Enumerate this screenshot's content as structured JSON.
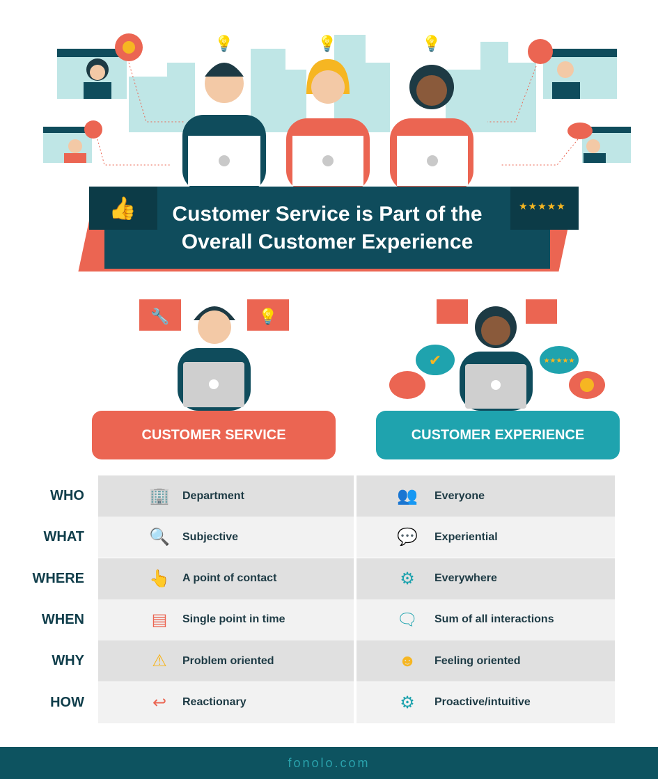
{
  "banner": {
    "line1": "Customer Service is Part of the",
    "line2": "Overall Customer Experience"
  },
  "columns": {
    "left": "CUSTOMER SERVICE",
    "right": "CUSTOMER EXPERIENCE"
  },
  "rows": [
    {
      "label": "WHO",
      "service": "Department",
      "service_icon": "building-icon",
      "experience": "Everyone",
      "experience_icon": "people-icon"
    },
    {
      "label": "WHAT",
      "service": "Subjective",
      "service_icon": "magnifier-icon",
      "experience": "Experiential",
      "experience_icon": "rating-bubble-icon"
    },
    {
      "label": "WHERE",
      "service": "A point of contact",
      "service_icon": "pointing-hand-icon",
      "experience": "Everywhere",
      "experience_icon": "network-gear-icon"
    },
    {
      "label": "WHEN",
      "service": "Single point in time",
      "service_icon": "chat-bubble-icon",
      "experience": "Sum of all interactions",
      "experience_icon": "chat-bubbles-icon"
    },
    {
      "label": "WHY",
      "service": "Problem oriented",
      "service_icon": "warning-icon",
      "experience": "Feeling oriented",
      "experience_icon": "smiley-icon"
    },
    {
      "label": "HOW",
      "service": "Reactionary",
      "service_icon": "reply-arrow-icon",
      "experience": "Proactive/intuitive",
      "experience_icon": "gears-cycle-icon"
    }
  ],
  "footer": "fonolo.com",
  "colors": {
    "dark_teal": "#0f4c5c",
    "coral": "#eb6552",
    "teal": "#1fa3ae",
    "yellow": "#f6b622"
  }
}
